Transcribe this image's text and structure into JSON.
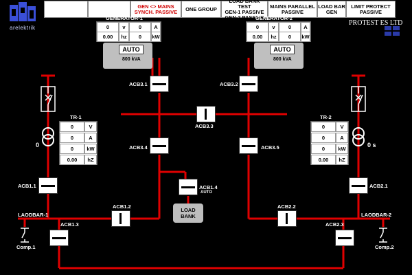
{
  "brand": {
    "logo_text": "arelektrik",
    "company": "PROTEST ES LTD"
  },
  "toolbar": [
    {
      "lines": [
        ""
      ],
      "red": false
    },
    {
      "lines": [
        ""
      ],
      "red": false
    },
    {
      "lines": [
        "GEN <> MAINS",
        "SYNCH. PASSIVE"
      ],
      "red": true
    },
    {
      "lines": [
        "ONE GROUP"
      ],
      "red": false
    },
    {
      "lines": [
        "LOAD BANK TEST",
        "GEN-1 PASSIVE",
        "GEN-2 PASSIVE"
      ],
      "red": false
    },
    {
      "lines": [
        "MAINS PARALLEL",
        "PASSIVE"
      ],
      "red": false
    },
    {
      "lines": [
        "LOAD BAR",
        "GEN"
      ],
      "red": false
    },
    {
      "lines": [
        "LIMIT PROTECT",
        "PASSIVE"
      ],
      "red": false
    }
  ],
  "generators": [
    {
      "title": "GENERATOR-1",
      "v": "0",
      "v_unit": "v",
      "a": "0",
      "a_unit": "A",
      "hz": "0.00",
      "hz_unit": "hz",
      "kw": "0",
      "kw_unit": "kW",
      "mode": "AUTO",
      "rating": "800 kVA"
    },
    {
      "title": "GENERATOR-2",
      "v": "0",
      "v_unit": "v",
      "a": "0",
      "a_unit": "A",
      "hz": "0.00",
      "hz_unit": "hz",
      "kw": "0",
      "kw_unit": "kW",
      "mode": "AUTO",
      "rating": "800 kVA"
    }
  ],
  "transformers": [
    {
      "title": "TR-1",
      "side_value": "0",
      "rows": [
        {
          "val": "0",
          "unit": "V"
        },
        {
          "val": "0",
          "unit": "A"
        },
        {
          "val": "0",
          "unit": "kW"
        },
        {
          "val": "0.00",
          "unit": "hZ"
        }
      ]
    },
    {
      "title": "TR-2",
      "side_value": "0 s",
      "rows": [
        {
          "val": "0",
          "unit": "V"
        },
        {
          "val": "0",
          "unit": "A"
        },
        {
          "val": "0",
          "unit": "kW"
        },
        {
          "val": "0.00",
          "unit": "hZ"
        }
      ]
    }
  ],
  "breakers": {
    "acb31": "ACB3.1",
    "acb32": "ACB3.2",
    "acb33": "ACB3.3",
    "acb34": "ACB3.4",
    "acb35": "ACB3.5",
    "acb14": "ACB1.4",
    "acb14_mode": "AUTO",
    "acb11": "ACB1.1",
    "acb12": "ACB1.2",
    "acb13": "ACB1.3",
    "acb21": "ACB2.1",
    "acb22": "ACB2.2",
    "acb23": "ACB2.3"
  },
  "busbars": {
    "left": "LAODBAR-1",
    "right": "LAODBAR-2"
  },
  "compressors": {
    "left": "Comp.1",
    "right": "Comp.2"
  },
  "load_bank": [
    "LOAD",
    "BANK"
  ]
}
